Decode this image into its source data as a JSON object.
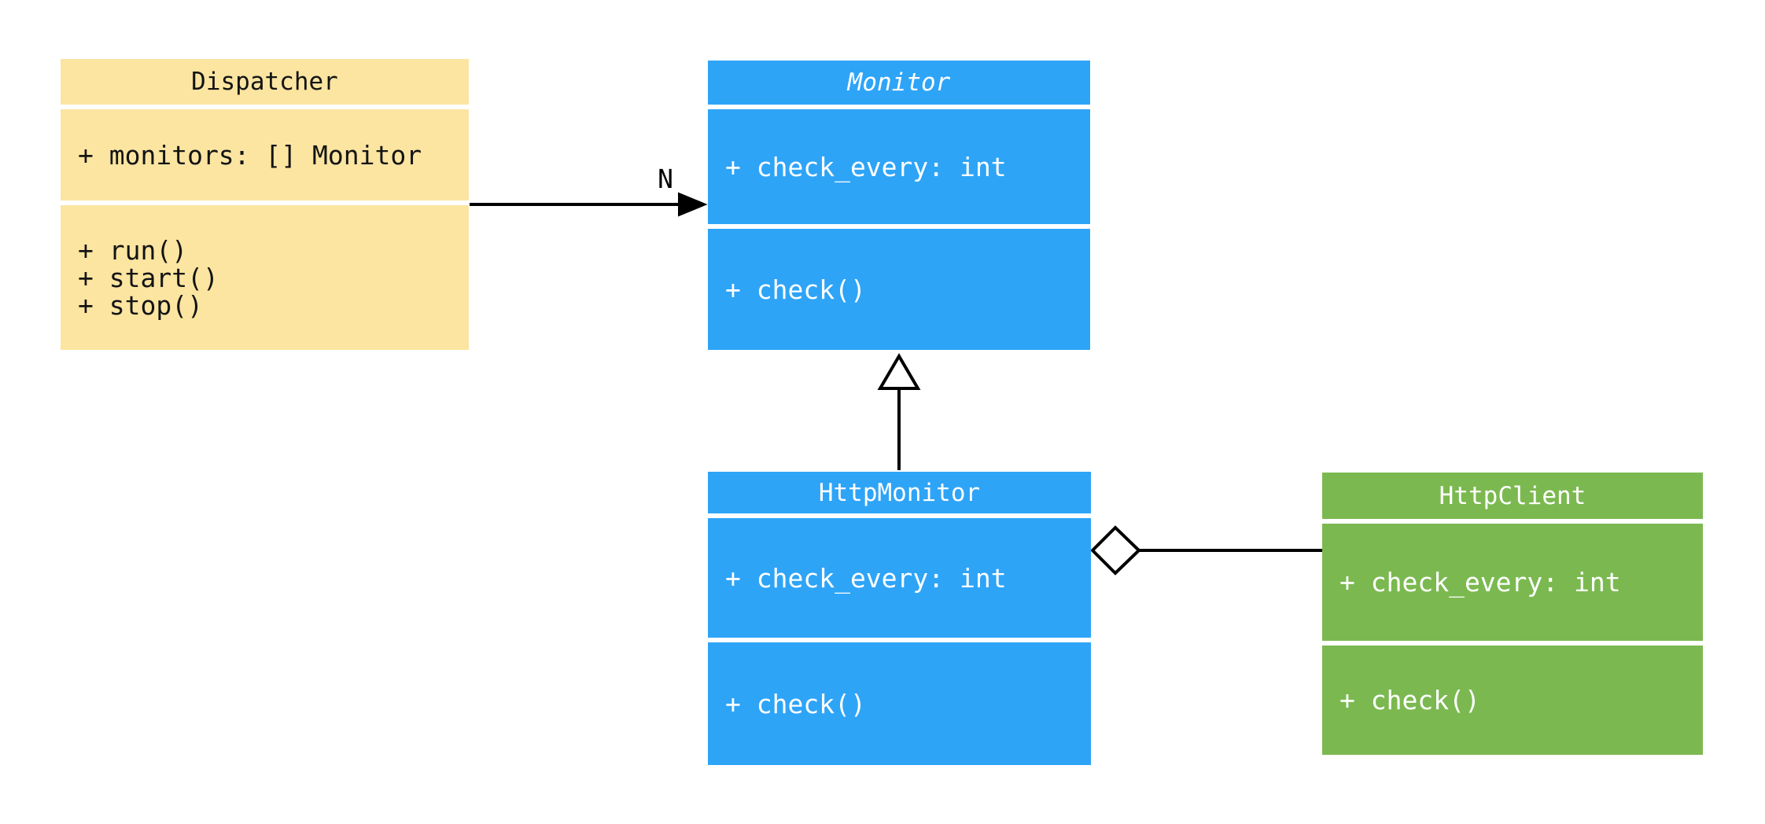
{
  "diagram": {
    "type": "uml-class-diagram",
    "background_color": "#FFFFFF",
    "edge_color": "#000000",
    "classes": [
      {
        "name": "Dispatcher",
        "abstract": false,
        "fill": "#FBE5A1",
        "text_color": "#141414",
        "attributes": [
          "+ monitors: [] Monitor"
        ],
        "operations": [
          "+ run()",
          "+ start()",
          "+ stop()"
        ]
      },
      {
        "name": "Monitor",
        "abstract": true,
        "fill": "#2EA4F7",
        "text_color": "#FFFFFF",
        "attributes": [
          "+ check_every: int"
        ],
        "operations": [
          "+ check()"
        ]
      },
      {
        "name": "HttpMonitor",
        "abstract": false,
        "fill": "#2EA4F7",
        "text_color": "#FFFFFF",
        "attributes": [
          "+ check_every: int"
        ],
        "operations": [
          "+ check()"
        ]
      },
      {
        "name": "HttpClient",
        "abstract": false,
        "fill": "#7BB950",
        "text_color": "#FFFFFF",
        "attributes": [
          "+ check_every: int"
        ],
        "operations": [
          "+ check()"
        ]
      }
    ],
    "relationships": [
      {
        "type": "association",
        "from": "Dispatcher",
        "to": "Monitor",
        "label": "N",
        "arrowhead": "filled-arrow"
      },
      {
        "type": "inheritance",
        "from": "HttpMonitor",
        "to": "Monitor",
        "label": "",
        "arrowhead": "hollow-triangle"
      },
      {
        "type": "aggregation",
        "from": "HttpMonitor",
        "to": "HttpClient",
        "label": "",
        "arrowhead": "hollow-diamond"
      }
    ]
  }
}
